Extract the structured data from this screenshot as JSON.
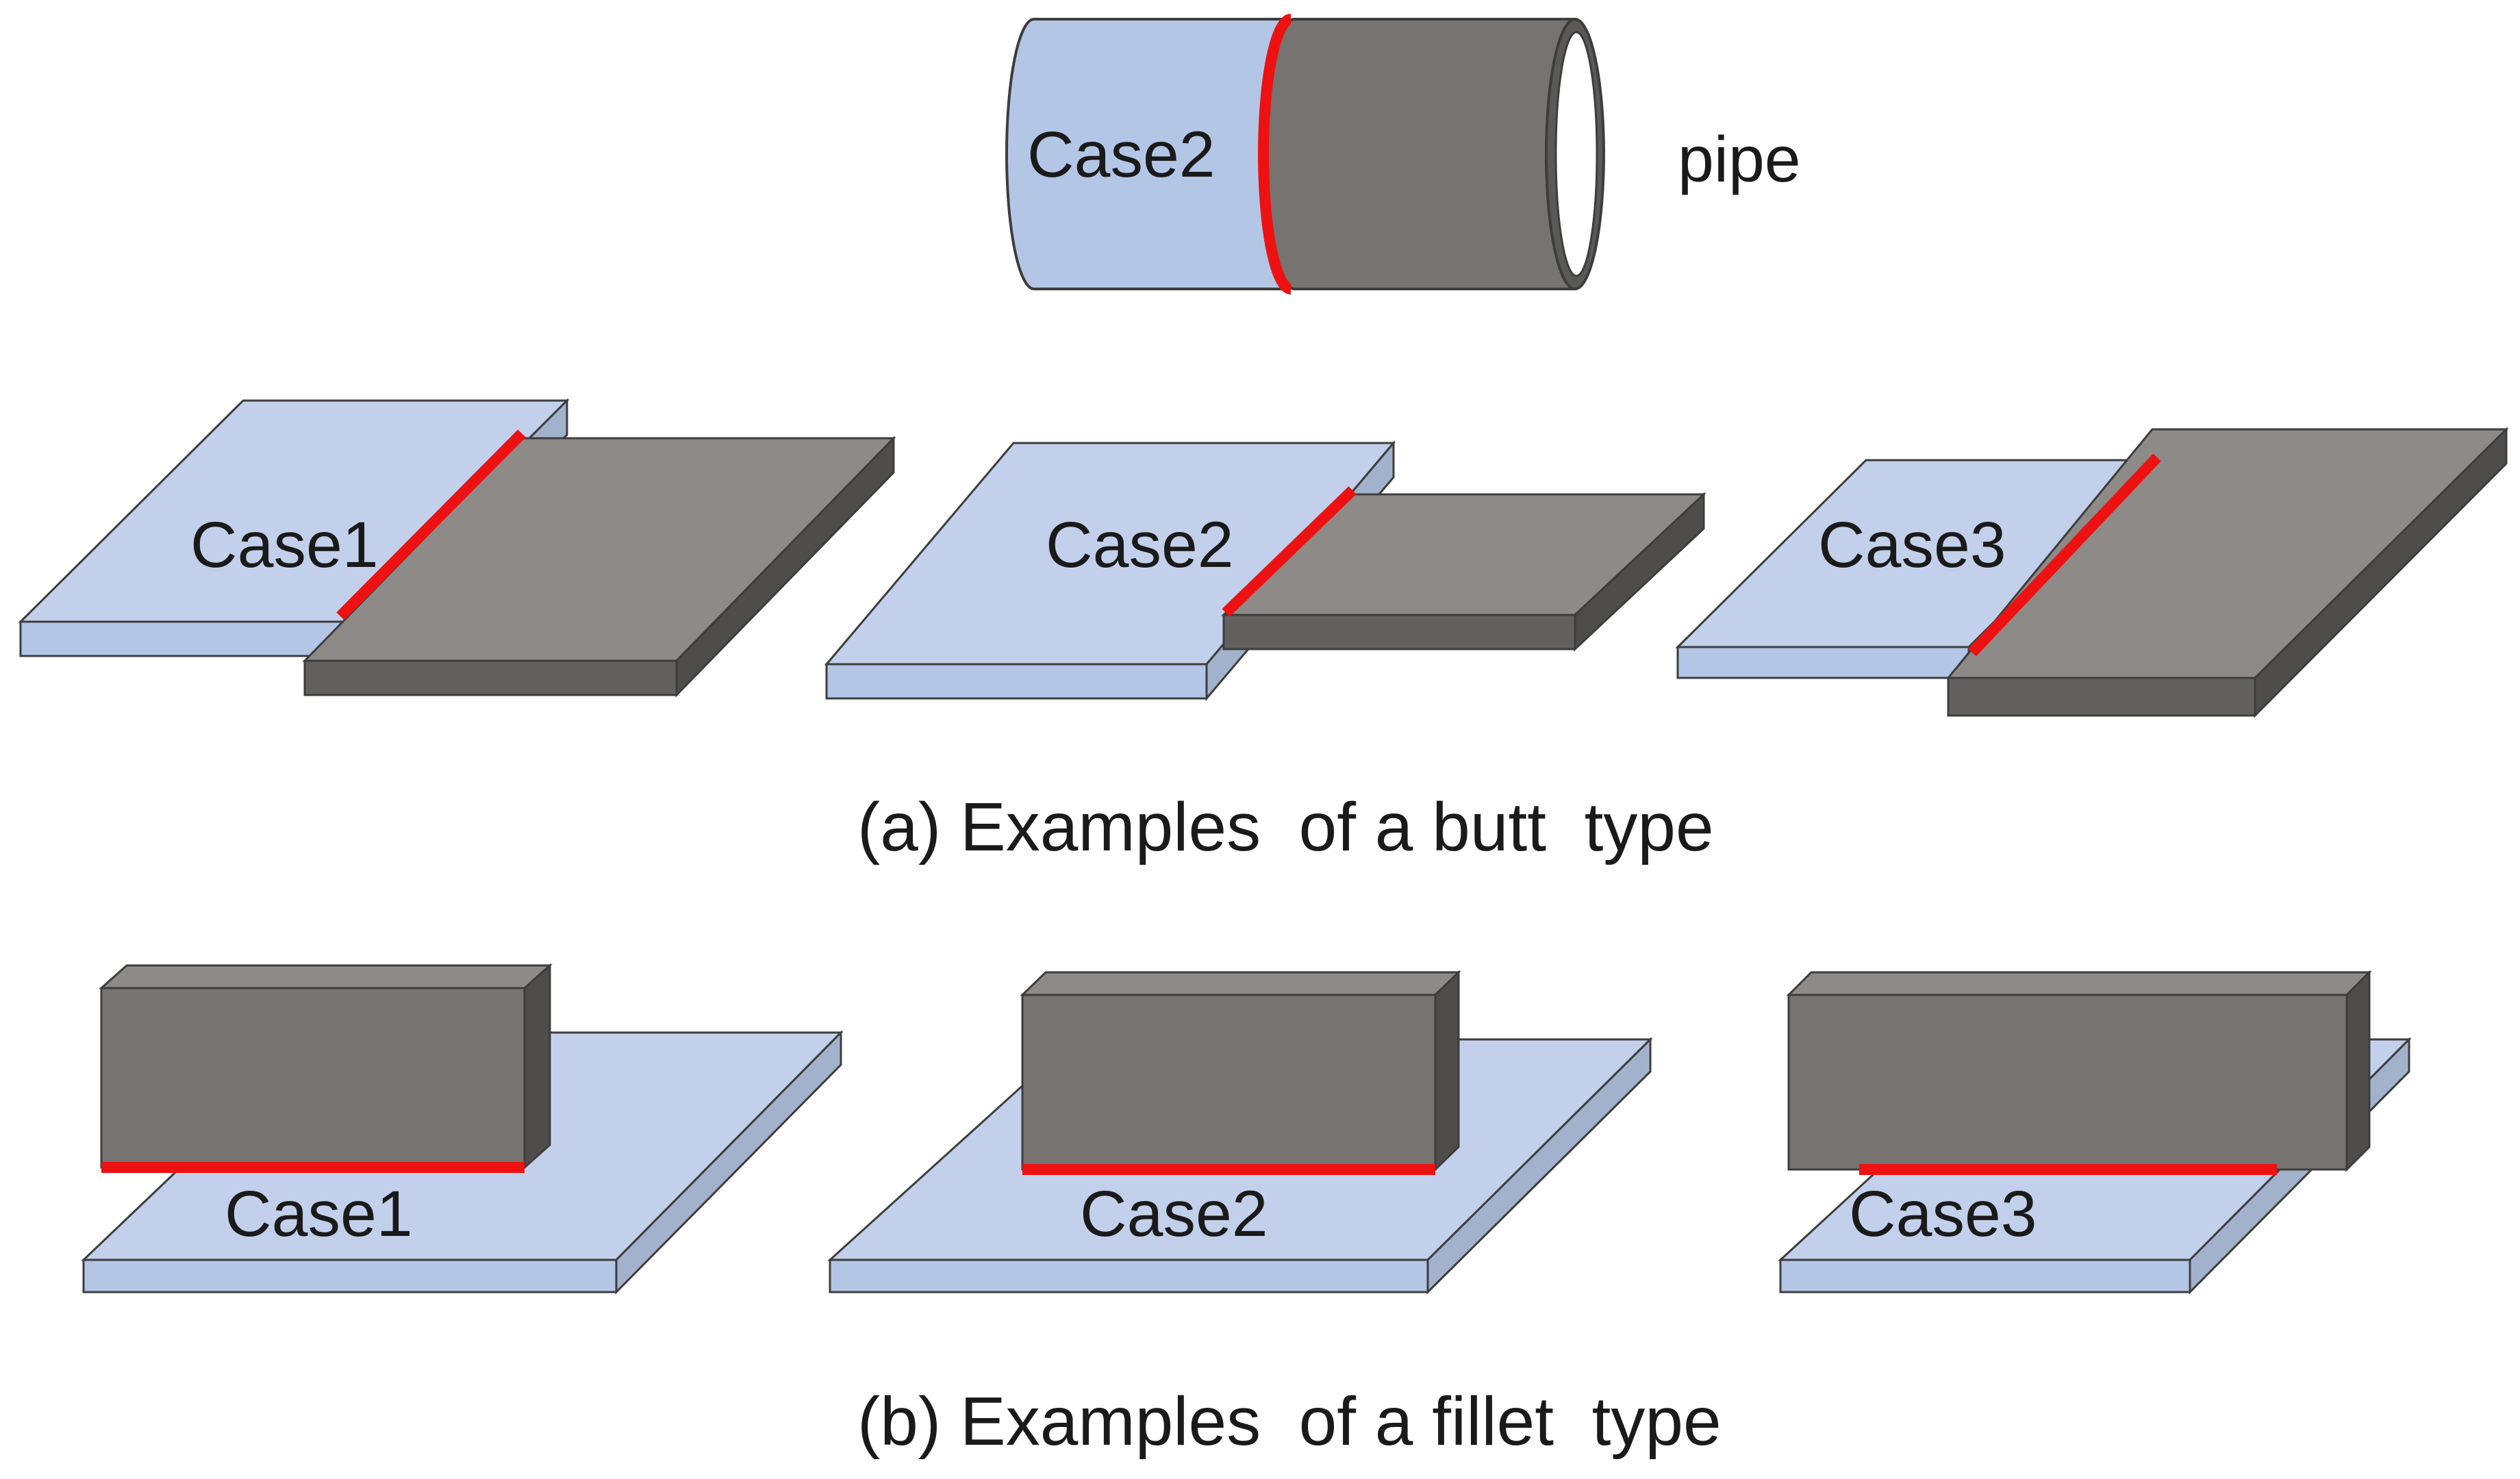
{
  "colors": {
    "light_top": "#c2d0eb",
    "light_side": "#b3c6e6",
    "light_shade": "#a3b2cc",
    "dark_top": "#8e8a88",
    "dark_side": "#636160",
    "dark_shade": "#4e4d4c",
    "dark_front": "#767371",
    "weld": "#ee1111",
    "outline": "#3d3d3d"
  },
  "pipe": {
    "case_label": "Case2",
    "side_label": "pipe"
  },
  "butt": {
    "caption": "(a) Examples  of a butt  type",
    "cases": [
      "Case1",
      "Case2",
      "Case3"
    ]
  },
  "fillet": {
    "caption": "(b) Examples  of a fillet  type",
    "cases": [
      "Case1",
      "Case2",
      "Case3"
    ]
  }
}
